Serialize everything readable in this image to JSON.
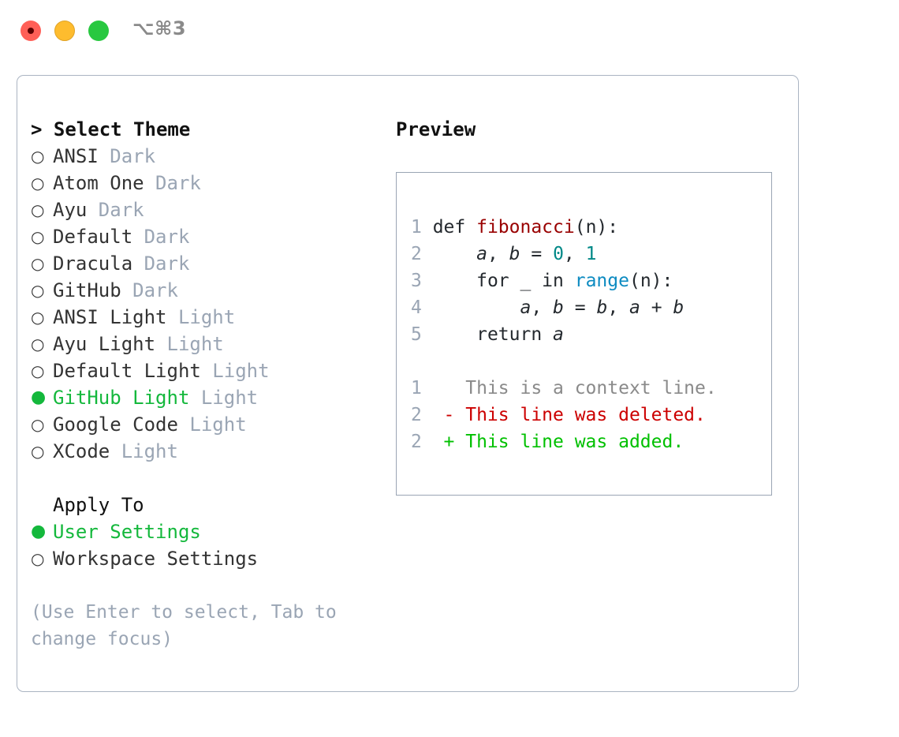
{
  "titlebar": {
    "shortcut": "⌥⌘3",
    "traffic_lights": [
      {
        "name": "close",
        "color": "#ff5f57"
      },
      {
        "name": "minimize",
        "color": "#febc2e"
      },
      {
        "name": "zoom",
        "color": "#28c840"
      }
    ]
  },
  "theme_panel": {
    "header": "> Select Theme",
    "bullet_selected": "●",
    "bullet_unselected": "○",
    "selected_color": "#14b83c",
    "tag_color": "#9aa5b4",
    "items": [
      {
        "label": "ANSI",
        "tag": "Dark",
        "selected": false
      },
      {
        "label": "Atom One",
        "tag": "Dark",
        "selected": false
      },
      {
        "label": "Ayu",
        "tag": "Dark",
        "selected": false
      },
      {
        "label": "Default",
        "tag": "Dark",
        "selected": false
      },
      {
        "label": "Dracula",
        "tag": "Dark",
        "selected": false
      },
      {
        "label": "GitHub",
        "tag": "Dark",
        "selected": false
      },
      {
        "label": "ANSI Light",
        "tag": "Light",
        "selected": false
      },
      {
        "label": "Ayu Light",
        "tag": "Light",
        "selected": false
      },
      {
        "label": "Default Light",
        "tag": "Light",
        "selected": false
      },
      {
        "label": "GitHub Light",
        "tag": "Light",
        "selected": true
      },
      {
        "label": "Google Code",
        "tag": "Light",
        "selected": false
      },
      {
        "label": "XCode",
        "tag": "Light",
        "selected": false
      }
    ]
  },
  "apply_to": {
    "header": "Apply To",
    "items": [
      {
        "label": "User Settings",
        "selected": true
      },
      {
        "label": "Workspace Settings",
        "selected": false
      }
    ]
  },
  "hint": "(Use Enter to select, Tab to change focus)",
  "preview": {
    "header": "Preview",
    "code": [
      {
        "lineno": "1",
        "tokens": [
          {
            "text": "def ",
            "type": "kw"
          },
          {
            "text": "fibonacci",
            "type": "fn"
          },
          {
            "text": "(n):",
            "type": "plain"
          }
        ]
      },
      {
        "lineno": "2",
        "tokens": [
          {
            "text": "    ",
            "type": "plain"
          },
          {
            "text": "a",
            "type": "var"
          },
          {
            "text": ", ",
            "type": "plain"
          },
          {
            "text": "b",
            "type": "var"
          },
          {
            "text": " = ",
            "type": "plain"
          },
          {
            "text": "0",
            "type": "num"
          },
          {
            "text": ", ",
            "type": "plain"
          },
          {
            "text": "1",
            "type": "num"
          }
        ]
      },
      {
        "lineno": "3",
        "tokens": [
          {
            "text": "    for _ in ",
            "type": "kw"
          },
          {
            "text": "range",
            "type": "builtin"
          },
          {
            "text": "(n):",
            "type": "plain"
          }
        ]
      },
      {
        "lineno": "4",
        "tokens": [
          {
            "text": "        ",
            "type": "plain"
          },
          {
            "text": "a",
            "type": "var"
          },
          {
            "text": ", ",
            "type": "plain"
          },
          {
            "text": "b",
            "type": "var"
          },
          {
            "text": " = ",
            "type": "plain"
          },
          {
            "text": "b",
            "type": "var"
          },
          {
            "text": ", ",
            "type": "plain"
          },
          {
            "text": "a",
            "type": "var"
          },
          {
            "text": " + ",
            "type": "plain"
          },
          {
            "text": "b",
            "type": "var"
          }
        ]
      },
      {
        "lineno": "5",
        "tokens": [
          {
            "text": "    return ",
            "type": "kw"
          },
          {
            "text": "a",
            "type": "var"
          }
        ]
      }
    ],
    "diff": [
      {
        "lineno": "1",
        "marker": " ",
        "text": "This is a context line.",
        "kind": "context"
      },
      {
        "lineno": "2",
        "marker": "-",
        "text": "This line was deleted.",
        "kind": "deleted"
      },
      {
        "lineno": "2",
        "marker": "+",
        "text": "This line was added.",
        "kind": "added"
      }
    ],
    "colors": {
      "function": "#990000",
      "builtin": "#0d8bc1",
      "number": "#008887",
      "diff_context": "#8a8a8a",
      "diff_deleted": "#cc0000",
      "diff_added": "#00c000",
      "line_number": "#9aa5b4"
    }
  }
}
